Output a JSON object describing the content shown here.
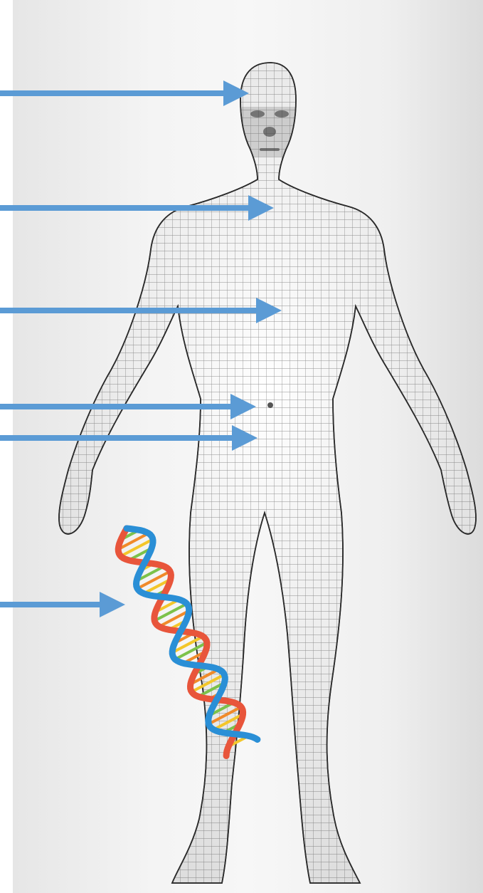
{
  "figure": {
    "subject": "wireframe-human-body",
    "arrow_color": "#5b9bd5",
    "mesh_color": "#3a3a3a",
    "panel_color": "#f1f1f1",
    "pointers": [
      {
        "target": "head"
      },
      {
        "target": "neck"
      },
      {
        "target": "chest"
      },
      {
        "target": "navel"
      },
      {
        "target": "pelvis"
      },
      {
        "target": "dna-helix"
      }
    ],
    "dna": {
      "strand_colors": [
        "#e8553b",
        "#2a8fd6"
      ],
      "rung_colors": [
        "#f3c62a",
        "#7cc24a",
        "#f08a2a"
      ]
    }
  }
}
